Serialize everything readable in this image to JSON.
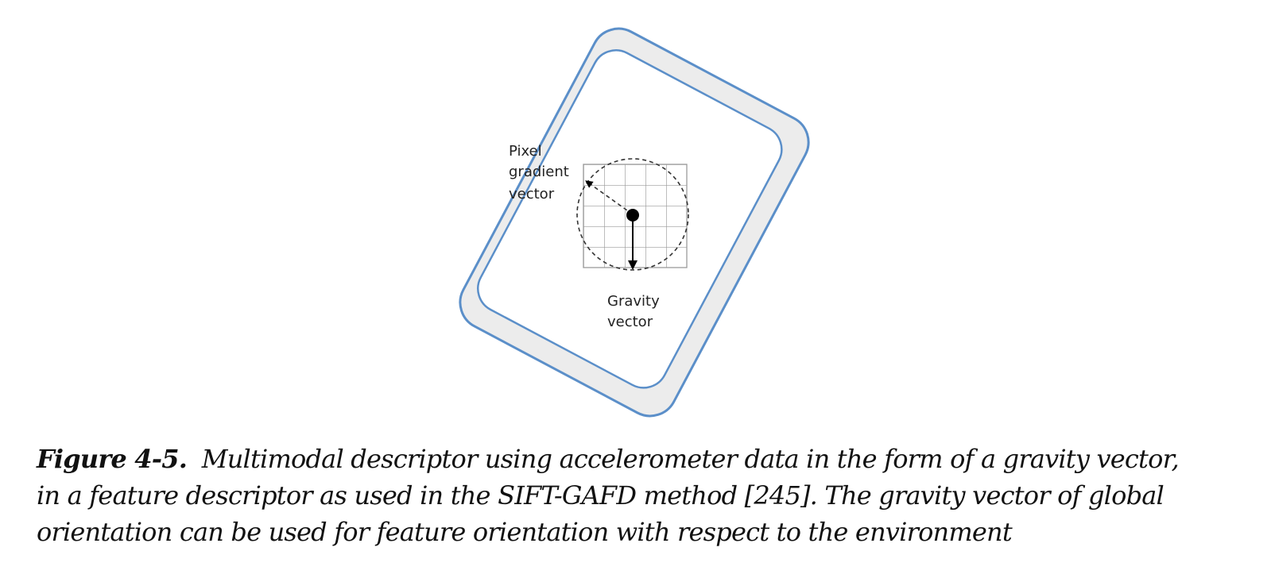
{
  "diagram": {
    "label_pixel_gradient": [
      "Pixel",
      "gradient",
      "vector"
    ],
    "label_gravity": [
      "Gravity",
      "vector"
    ],
    "colors": {
      "phone_outline": "#5b8fc9",
      "phone_fill": "#ececec",
      "screen_fill": "#ffffff",
      "grid": "#9a9a9a",
      "dashed": "#333333",
      "dot": "#000000"
    }
  },
  "caption": {
    "label": "Figure 4-5.",
    "line1": "Multimodal descriptor using accelerometer data in the form of a gravity vector,",
    "line2": "in a feature descriptor as used in the SIFT-GAFD method [245]. The gravity vector of global",
    "line3": "orientation can be used for feature orientation with respect to the environment"
  }
}
